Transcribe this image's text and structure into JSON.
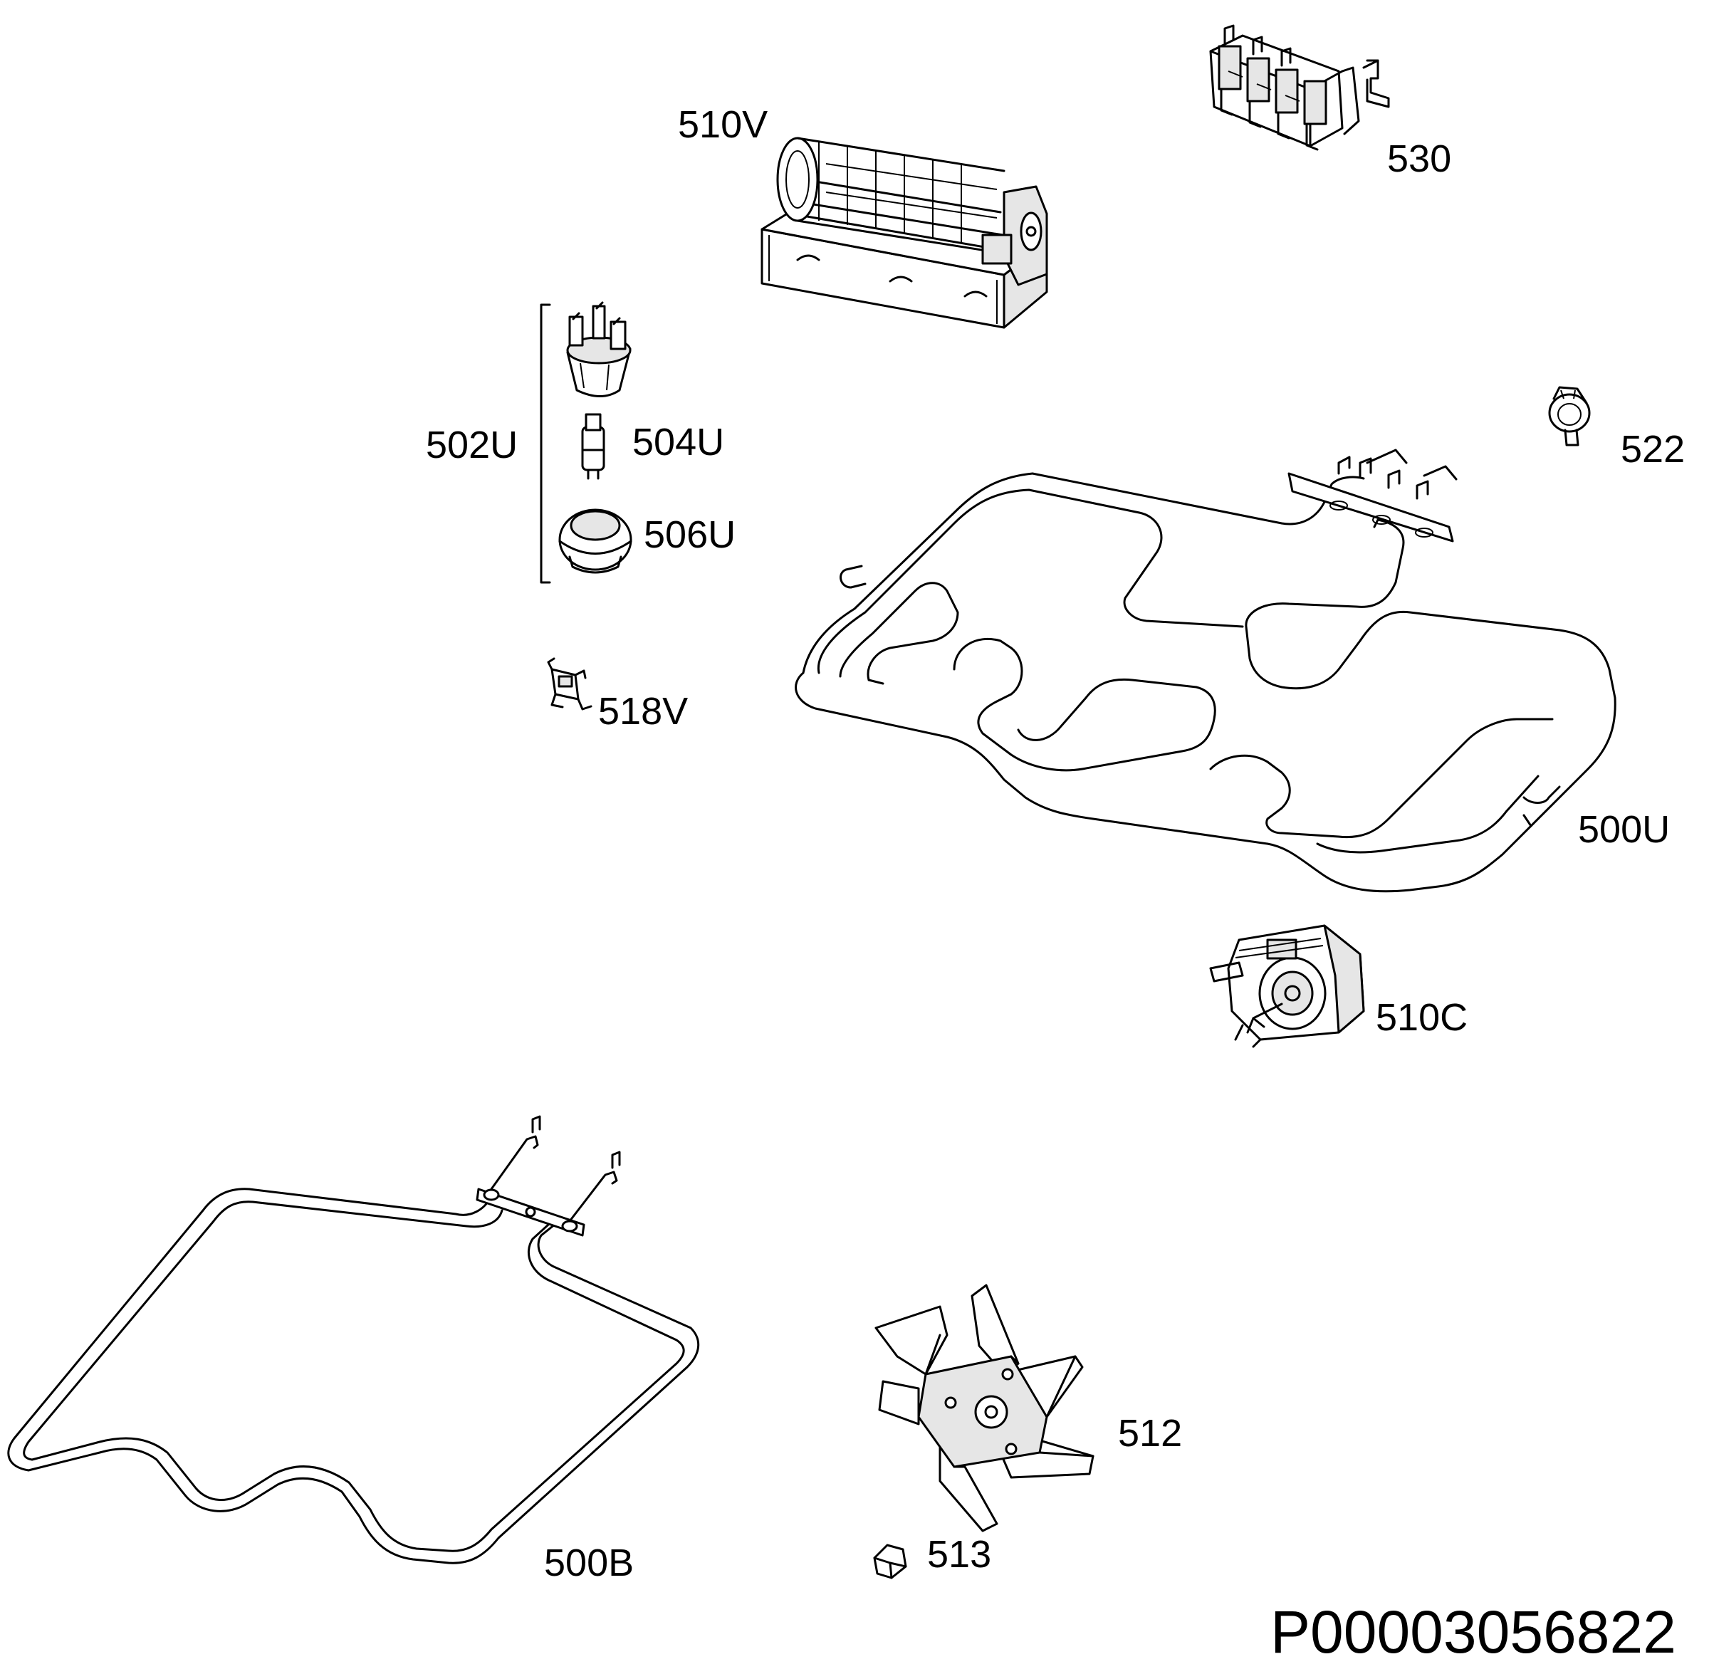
{
  "labels": {
    "p510V": "510V",
    "p530": "530",
    "p502U": "502U",
    "p504U": "504U",
    "p506U": "506U",
    "p522": "522",
    "p518V": "518V",
    "p500U": "500U",
    "p510C": "510C",
    "p512": "512",
    "p513": "513",
    "p500B": "500B"
  },
  "document_number": "P00003056822",
  "colors": {
    "line": "#000000",
    "background": "#ffffff",
    "shade": "#e6e6e6"
  }
}
